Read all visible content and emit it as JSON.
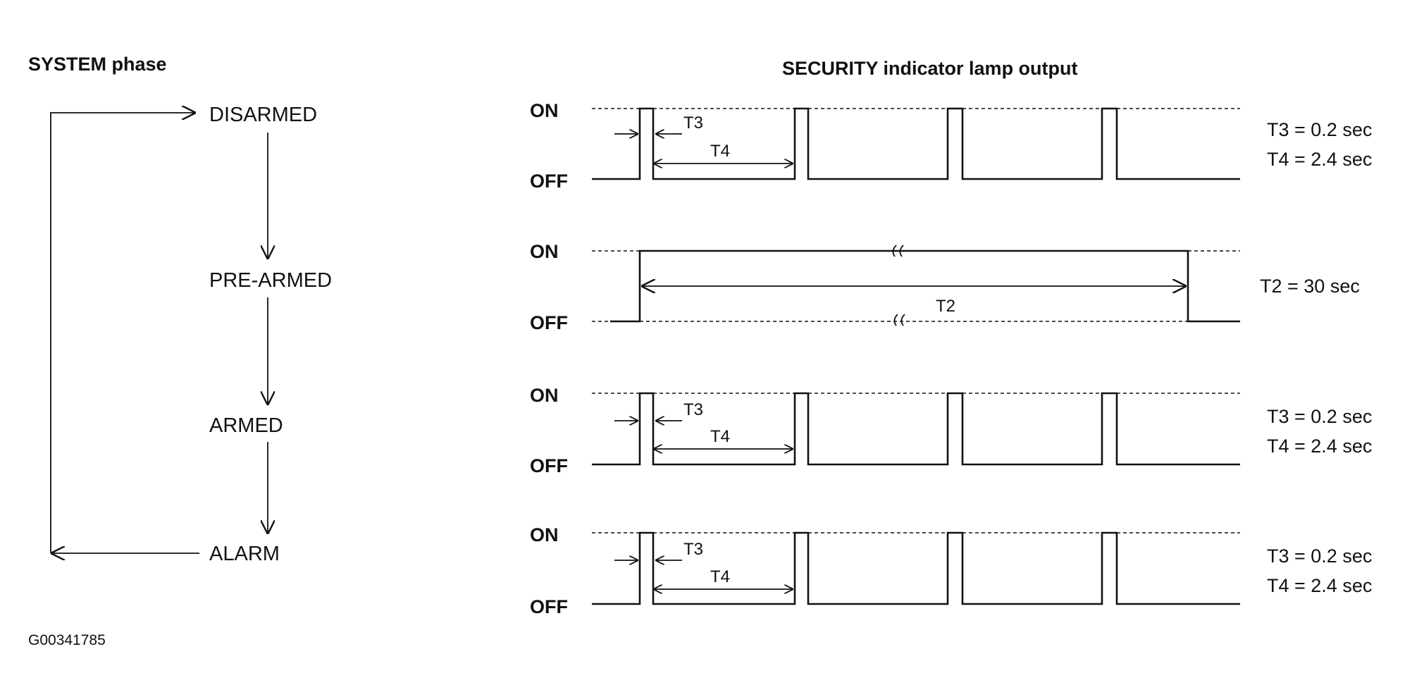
{
  "header": {
    "system_phase": "SYSTEM phase",
    "lamp_output": "SECURITY indicator lamp output"
  },
  "phases": [
    {
      "name": "DISARMED"
    },
    {
      "name": "PRE-ARMED"
    },
    {
      "name": "ARMED"
    },
    {
      "name": "ALARM"
    }
  ],
  "signal_labels": {
    "on": "ON",
    "off": "OFF"
  },
  "rows": [
    {
      "pattern": "blink",
      "markers": [
        "T3",
        "T4"
      ],
      "values": [
        "T3 = 0.2 sec",
        "T4 = 2.4 sec"
      ]
    },
    {
      "pattern": "steady",
      "markers": [
        "T2"
      ],
      "values": [
        "T2 = 30 sec"
      ]
    },
    {
      "pattern": "blink",
      "markers": [
        "T3",
        "T4"
      ],
      "values": [
        "T3 = 0.2 sec",
        "T4 = 2.4 sec"
      ]
    },
    {
      "pattern": "blink",
      "markers": [
        "T3",
        "T4"
      ],
      "values": [
        "T3 = 0.2 sec",
        "T4 = 2.4 sec"
      ]
    }
  ],
  "figure_id": "G00341785"
}
